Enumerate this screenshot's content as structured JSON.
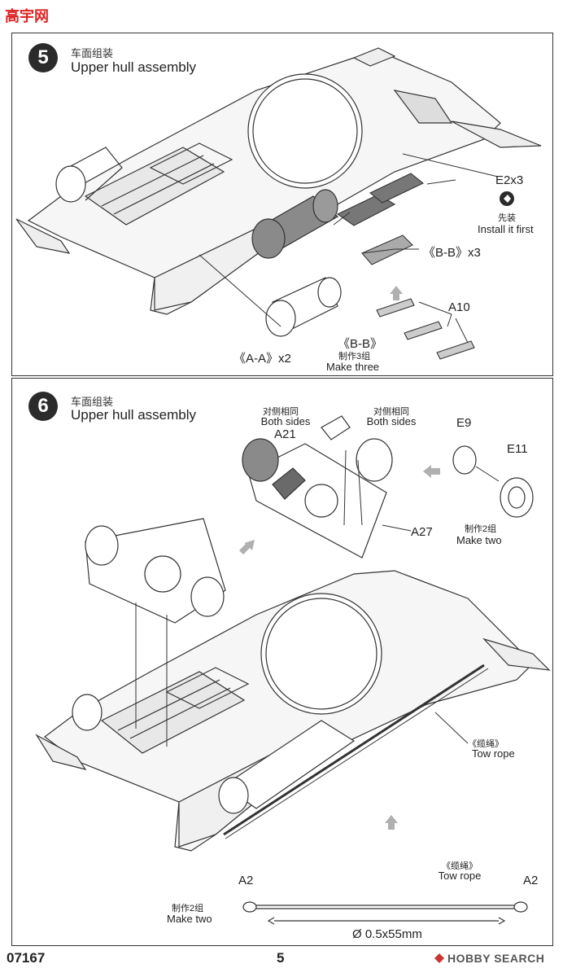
{
  "site_logo": {
    "text": "高宇网"
  },
  "step5": {
    "number": "5",
    "title_cn": "车面组装",
    "title_en": "Upper hull assembly",
    "callouts": {
      "e2": "E2x3",
      "install_first_cn": "先装",
      "install_first_en": "Install it first",
      "bb_x3": "《B-B》x3",
      "a10": "A10",
      "aa_x2": "《A-A》x2",
      "bb": "《B-B》",
      "make_three_cn": "制作3组",
      "make_three_en": "Make three"
    }
  },
  "step6": {
    "number": "6",
    "title_cn": "车面组装",
    "title_en": "Upper hull assembly",
    "callouts": {
      "both_sides_cn_left": "对侧相同",
      "both_sides_en_left": "Both sides",
      "both_sides_cn_right": "对侧相同",
      "both_sides_en_right": "Both sides",
      "a21": "A21",
      "e9": "E9",
      "e11": "E11",
      "a27": "A27",
      "make_two_cn": "制作2组",
      "make_two_en": "Make two",
      "tow_rope_cn": "《缆绳》",
      "tow_rope_en": "Tow rope",
      "tow_rope2_cn": "《缆绳》",
      "tow_rope2_en": "Tow rope",
      "a2_left": "A2",
      "a2_right": "A2",
      "make_two2_cn": "制作2组",
      "make_two2_en": "Make two",
      "dimension": "Ø 0.5x55mm"
    }
  },
  "footer": {
    "code": "07167",
    "page": "5",
    "watermark": "HOBBY SEARCH"
  },
  "colors": {
    "line": "#333333",
    "part_gray": "#8a8a8a",
    "arrow_gray": "#b0b0b0",
    "badge": "#2b2b2b"
  }
}
